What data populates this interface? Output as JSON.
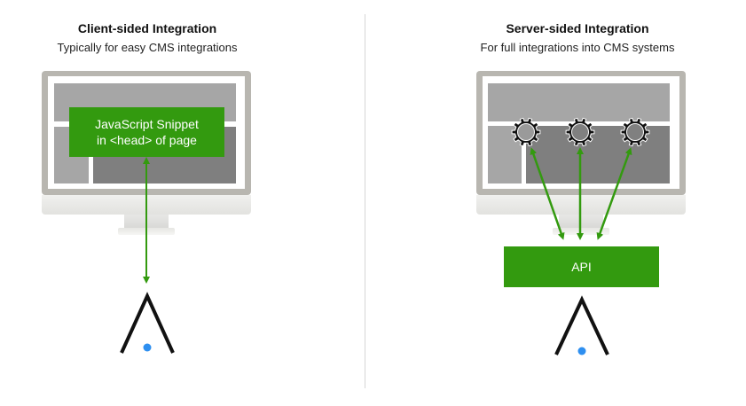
{
  "left_panel": {
    "title": "Client-sided Integration",
    "subtitle": "Typically for easy CMS integrations",
    "snippet_box": {
      "line1": "JavaScript Snippet",
      "line2": "in <head> of page"
    },
    "logo": "logo-icon"
  },
  "right_panel": {
    "title": "Server-sided Integration",
    "subtitle": "For full integrations into CMS systems",
    "gear_count": 3,
    "api_box": {
      "label": "API"
    },
    "logo": "logo-icon"
  },
  "colors": {
    "accent_green": "#339a0f",
    "logo_dot_blue": "#2e8ff0",
    "logo_black": "#111111",
    "divider": "#d6d6d6"
  }
}
